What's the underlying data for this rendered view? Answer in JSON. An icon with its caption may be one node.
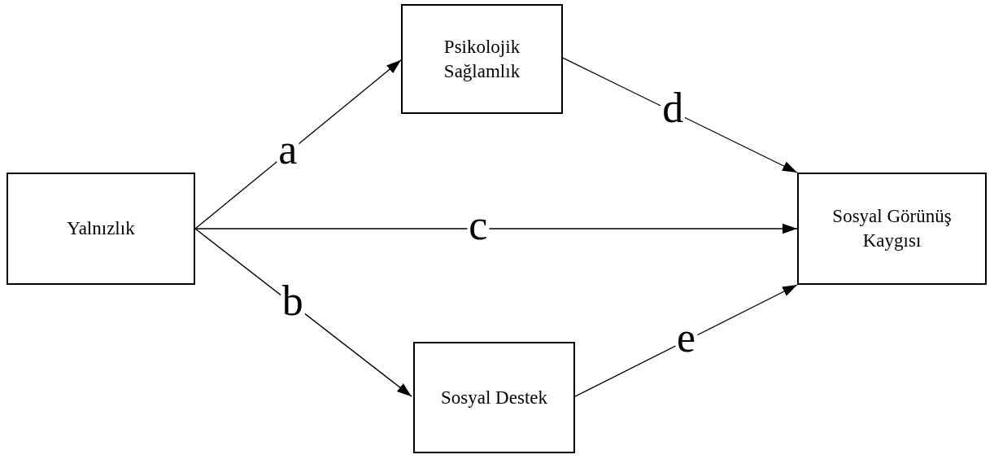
{
  "diagram": {
    "nodes": [
      {
        "text": [
          "Yalnızlık"
        ]
      },
      {
        "text": [
          "Psikolojik Sağlamlık"
        ]
      },
      {
        "text": [
          "Sosyal Görünüş Kaygısı"
        ]
      },
      {
        "text": [
          "Sosyal Destek"
        ]
      }
    ],
    "edges": [
      {
        "from": 0,
        "to": 1,
        "arrow": "to",
        "label": "a"
      },
      {
        "from": 0,
        "to": 3,
        "arrow": "to",
        "label": "b"
      },
      {
        "from": 0,
        "to": 2,
        "arrow": "to",
        "label": "c"
      },
      {
        "from": 1,
        "to": 2,
        "arrow": "to",
        "label": "d"
      },
      {
        "from": 3,
        "to": 2,
        "arrow": "to",
        "label": "e"
      }
    ]
  }
}
